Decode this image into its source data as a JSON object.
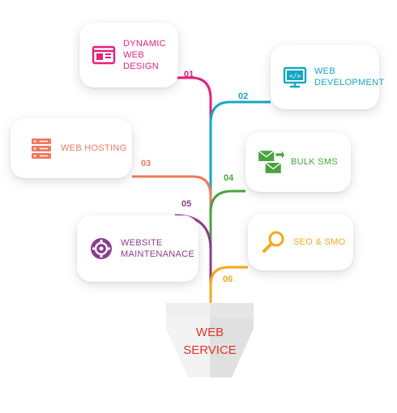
{
  "colors": {
    "magenta": "#e4207e",
    "cyan": "#15a7c3",
    "salmon": "#f0795e",
    "green": "#4aa33e",
    "purple": "#8a3d8e",
    "orange": "#f3a91c",
    "red": "#e3342f"
  },
  "services": [
    {
      "num": "01",
      "line1": "DYNAMIC",
      "line2": "WEB DESIGN",
      "icon": "browser-icon"
    },
    {
      "num": "02",
      "line1": "WEB",
      "line2": "DEVELOPMENT",
      "icon": "code-monitor-icon"
    },
    {
      "num": "03",
      "line1": "WEB HOSTING",
      "line2": "",
      "icon": "server-icon"
    },
    {
      "num": "04",
      "line1": "BULK SMS",
      "line2": "",
      "icon": "envelopes-icon"
    },
    {
      "num": "05",
      "line1": "WEBSITE",
      "line2": "MAINTENANACE",
      "icon": "gear-icon"
    },
    {
      "num": "06",
      "line1": "SEO & SMO",
      "line2": "",
      "icon": "magnifier-icon"
    }
  ],
  "pot": {
    "line1": "WEB",
    "line2": "SERVICE"
  }
}
